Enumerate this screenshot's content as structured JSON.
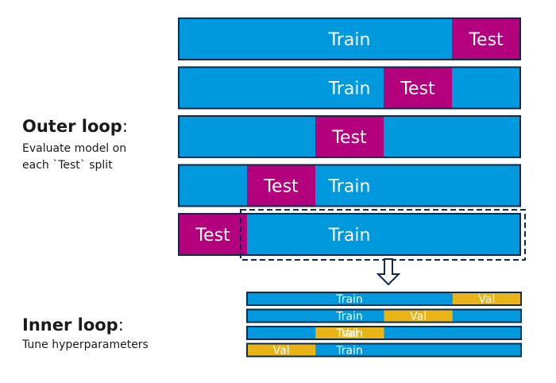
{
  "outer": {
    "heading": "Outer loop",
    "colon": ":",
    "description_line1": "Evaluate model on",
    "description_line2": "each `Test` split",
    "folds": [
      {
        "train_label": "Train",
        "test_label": "Test",
        "test_segment": 5
      },
      {
        "train_label": "Train",
        "test_label": "Test",
        "test_segment": 4
      },
      {
        "train_label": "",
        "test_label": "Test",
        "test_segment": 3
      },
      {
        "train_label": "Train",
        "test_label": "Test",
        "test_segment": 2
      },
      {
        "train_label": "Train",
        "test_label": "Test",
        "test_segment": 1
      }
    ]
  },
  "inner": {
    "heading": "Inner loop",
    "colon": ":",
    "description": "Tune hyperparameters",
    "folds": [
      {
        "train_label": "Train",
        "val_label": "Val",
        "val_segment": 4
      },
      {
        "train_label": "Train",
        "val_label": "Val",
        "val_segment": 3
      },
      {
        "train_label": "Train",
        "val_label": "Val",
        "val_segment": 2
      },
      {
        "train_label": "Train",
        "val_label": "Val",
        "val_segment": 1
      }
    ]
  },
  "colors": {
    "train": "#0099dd",
    "test": "#b3007d",
    "val": "#e8b418",
    "border": "#0f2a4a"
  },
  "icons": {
    "arrow": "hollow-down-arrow-icon"
  }
}
